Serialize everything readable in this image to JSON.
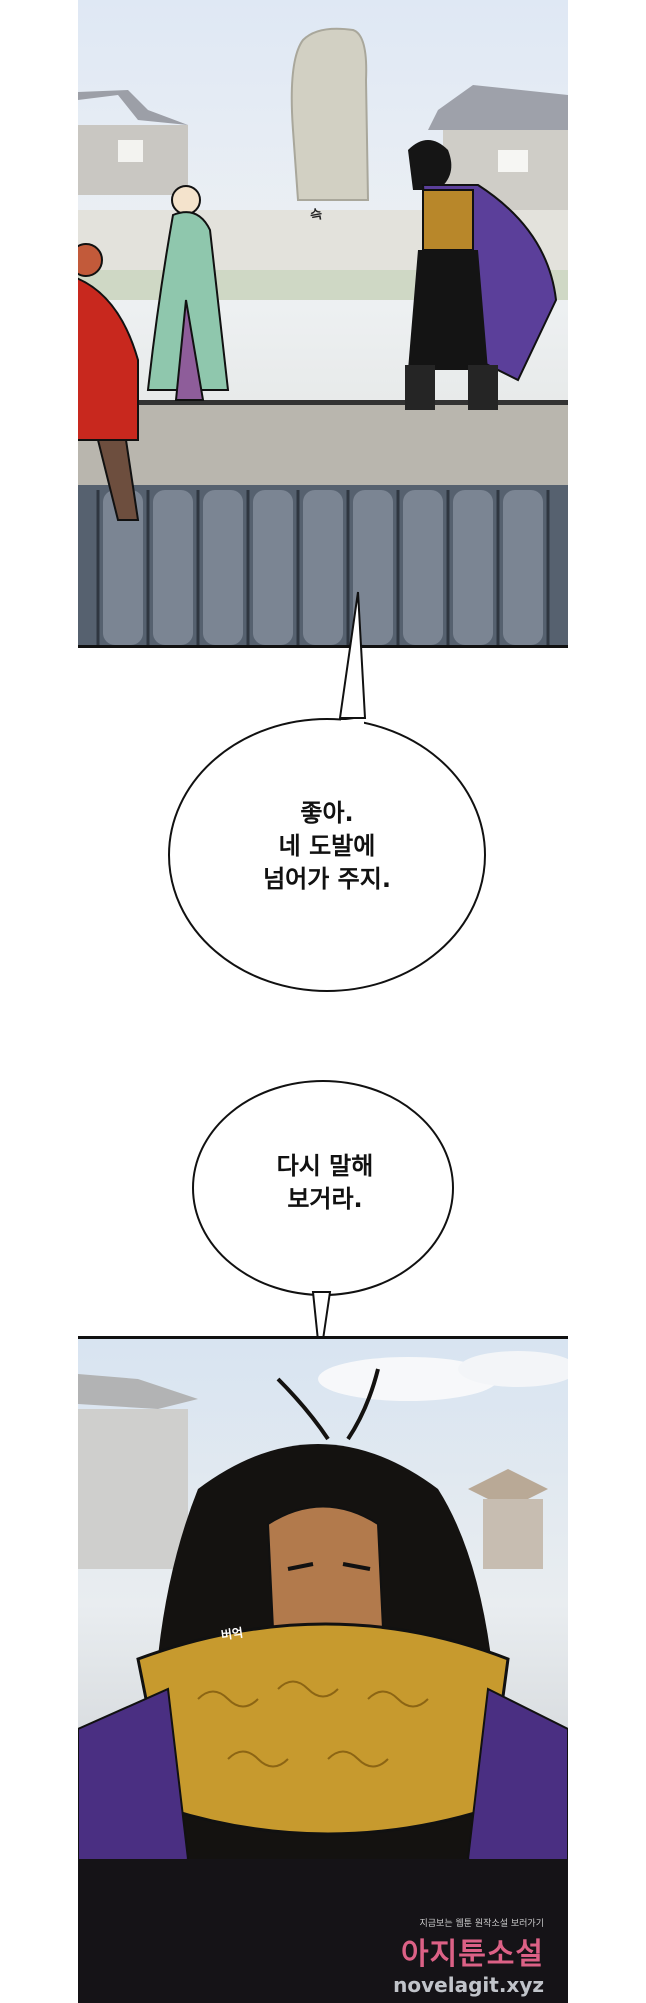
{
  "panel_top": {
    "sfx": "슥"
  },
  "bubble_1": {
    "text": "좋아.\n네 도발에\n넘어가 주지."
  },
  "bubble_2": {
    "text": "다시 말해\n보거라."
  },
  "panel_bottom": {
    "sfx": "버억"
  },
  "watermark": {
    "small": "지금보는 웹툰 원작소설 보러가기",
    "brand": "아지툰소설",
    "url": "novelagit.xyz"
  },
  "colors": {
    "robe_purple": "#5b3f9a",
    "hanbok_green": "#8fc7ad",
    "red_coat": "#c8281e",
    "gold_armor": "#c79a2e",
    "roof_tile": "#5b6777"
  }
}
